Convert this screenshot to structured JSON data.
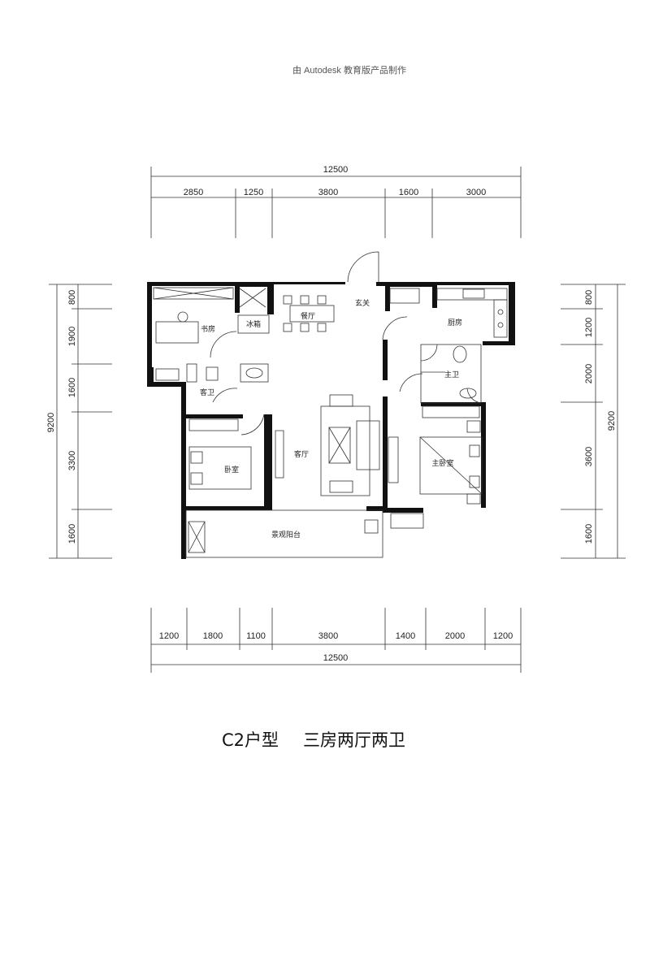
{
  "header_text": "由 Autodesk 教育版产品制作",
  "dimensions": {
    "top_total": "12500",
    "top_segments": [
      "2850",
      "1250",
      "3800",
      "1600",
      "3000"
    ],
    "bottom_segments": [
      "1200",
      "1800",
      "1100",
      "3800",
      "1400",
      "2000",
      "1200"
    ],
    "bottom_total": "12500",
    "left_total": "9200",
    "left_segments": [
      "800",
      "1900",
      "1600",
      "3300",
      "1600"
    ],
    "right_total": "9200",
    "right_segments": [
      "800",
      "1200",
      "2000",
      "3600",
      "1600"
    ]
  },
  "rooms": {
    "study": "书房",
    "dining": "餐厅",
    "foyer": "玄关",
    "kitchen": "厨房",
    "fridge": "冰箱",
    "guest_bath": "客卫",
    "master_bath": "主卫",
    "living": "客厅",
    "bedroom": "卧室",
    "master_bedroom": "主卧室",
    "balcony": "景观阳台"
  },
  "caption": {
    "type": "C2户型",
    "layout": "三房两厅两卫"
  }
}
